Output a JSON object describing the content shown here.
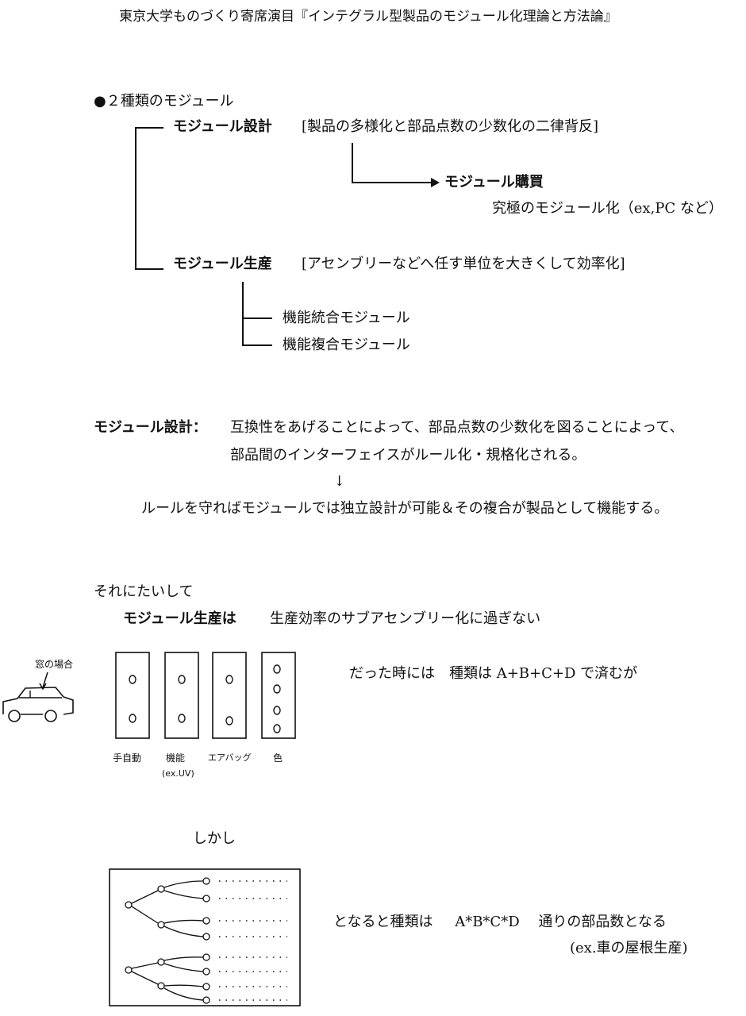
{
  "header": {
    "title": "東京大学ものづくり寄席演目『インテグラル型製品のモジュール化理論と方法論』"
  },
  "section1": {
    "heading": "●２種類のモジュール",
    "design_label": "モジュール設計",
    "design_note": "[製品の多様化と部品点数の少数化の二律背反]",
    "purchase_label": "モジュール購買",
    "purchase_note": "究極のモジュール化（ex,PC など）",
    "production_label": "モジュール生産",
    "production_note": "[アセンブリーなどへ任す単位を大きくして効率化]",
    "sub1": "機能統合モジュール",
    "sub2": "機能複合モジュール"
  },
  "section2": {
    "label": "モジュール設計：",
    "line1": "互換性をあげることによって、部品点数の少数化を図ることによって、",
    "line2": "部品間のインターフェイスがルール化・規格化される。",
    "arrow": "↓",
    "line3": "ルールを守ればモジュールでは独立設計が可能＆その複合が製品として機能する。"
  },
  "section3": {
    "intro": "それにたいして",
    "label": "モジュール生産は",
    "text": "生産効率のサブアセンブリー化に過ぎない",
    "car_caption": "窓の場合",
    "box_labels": [
      "手自動",
      "機能",
      "エアバッグ",
      "色"
    ],
    "box_sublabel": "(ex.UV)",
    "result1": "だった時には　種類は A+B+C+D で済むが",
    "however": "しかし",
    "result2a": "となると種類は",
    "result2b": "A*B*C*D",
    "result2c": "通りの部品数となる",
    "result2note": "(ex.車の屋根生産)"
  }
}
